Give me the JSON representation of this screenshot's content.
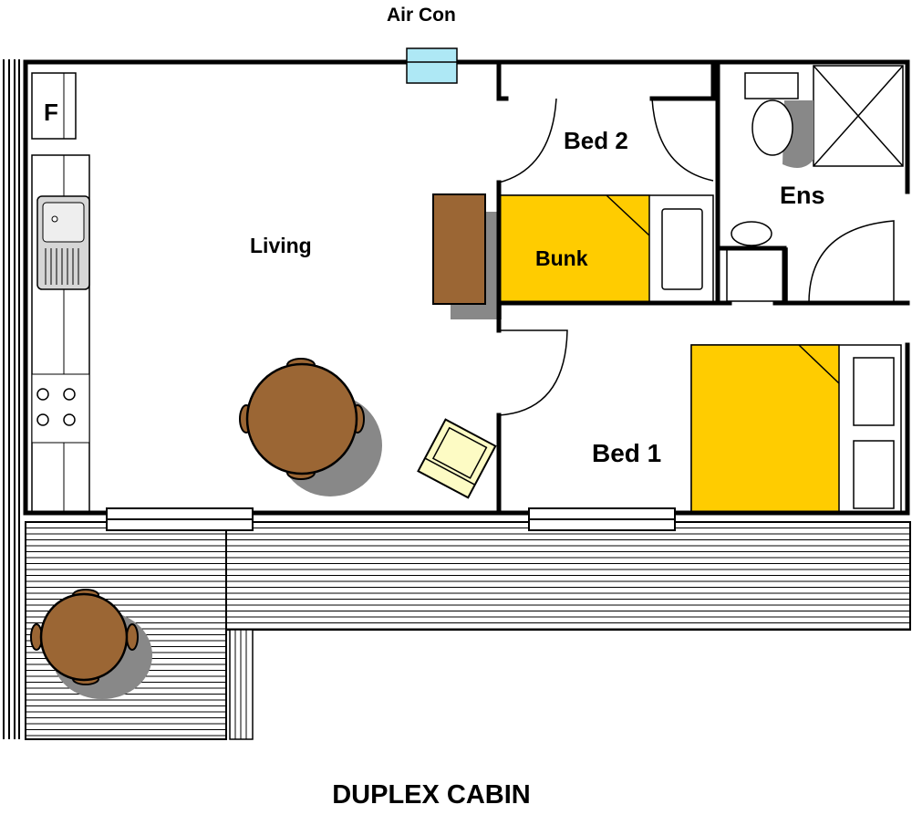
{
  "title": "DUPLEX CABIN",
  "labels": {
    "air_con": "Air Con",
    "fridge": "F",
    "living": "Living",
    "bed2": "Bed 2",
    "bunk": "Bunk",
    "ensuite": "Ens",
    "bed1": "Bed 1"
  },
  "colors": {
    "wall": "#000000",
    "bed_yellow": "#ffcc00",
    "table_brown": "#9b6634",
    "shadow_gray": "#888888",
    "air_con_blue": "#aee8f5",
    "armchair_cream": "#fdfbc4",
    "sink_gray": "#d6d6d6"
  }
}
